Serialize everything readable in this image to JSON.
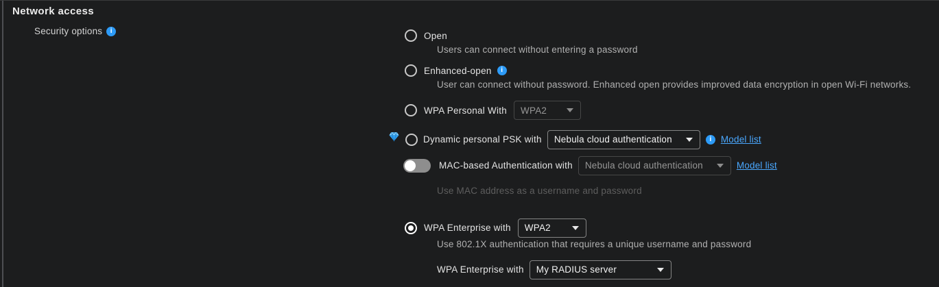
{
  "section": {
    "title": "Network access",
    "field_label": "Security options"
  },
  "options": {
    "open": {
      "label": "Open",
      "description": "Users can connect without entering a password",
      "selected": false
    },
    "enhanced_open": {
      "label": "Enhanced-open",
      "description": "User can connect without password. Enhanced open provides improved data encryption in open Wi-Fi networks.",
      "selected": false
    },
    "wpa_personal": {
      "label": "WPA Personal With",
      "dropdown_value": "WPA2",
      "dropdown_disabled": true,
      "selected": false
    },
    "dynamic_psk": {
      "label": "Dynamic personal PSK with",
      "dropdown_value": "Nebula cloud authentication",
      "dropdown_disabled": false,
      "link_label": "Model list",
      "pro_feature": true,
      "selected": false
    },
    "mac_auth": {
      "label": "MAC-based Authentication with",
      "dropdown_value": "Nebula cloud authentication",
      "dropdown_disabled": true,
      "link_label": "Model list",
      "description": "Use MAC address as a username and password",
      "toggle_state": "off"
    },
    "wpa_enterprise": {
      "label": "WPA Enterprise with",
      "dropdown_value": "WPA2",
      "dropdown_disabled": false,
      "description": "Use 802.1X authentication that requires a unique username and password",
      "selected": true
    },
    "wpa_enterprise_server": {
      "label": "WPA Enterprise with",
      "dropdown_value": "My RADIUS server",
      "dropdown_disabled": false
    }
  },
  "colors": {
    "background": "#1c1d1e",
    "accent_info_blue": "#2d9bf7",
    "link_blue": "#4aa8ff",
    "diamond_blue": "#4db9ff"
  }
}
